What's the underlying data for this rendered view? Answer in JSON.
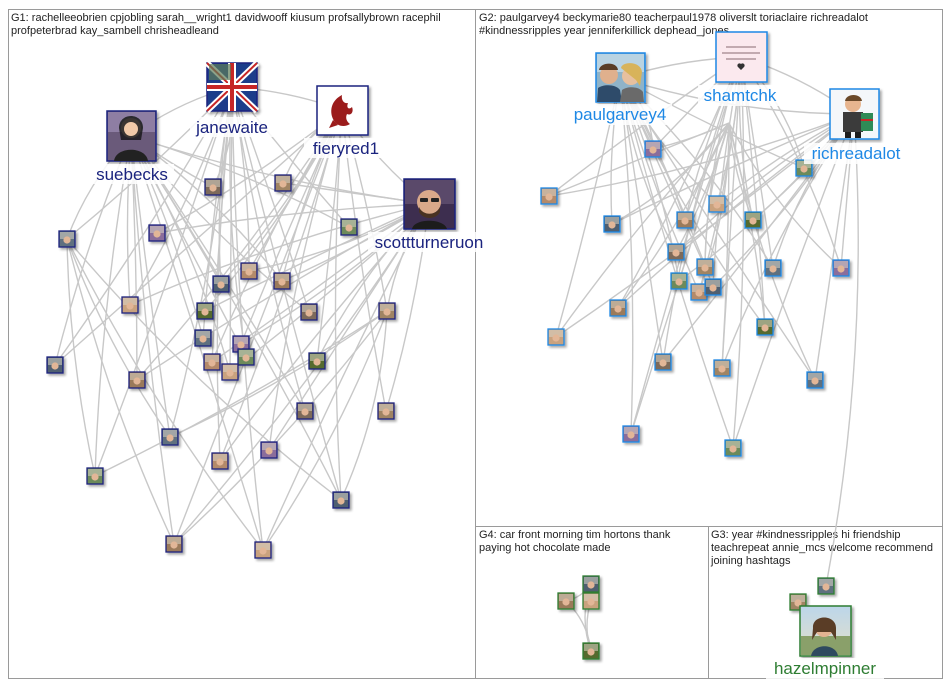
{
  "groups": [
    {
      "id": "G1",
      "header": "G1: rachelleeobrien cpjobling sarah__wright1 davidwooff kiusum profsallybrown racephil profpeterbrad kay_sambell chrisheadleand",
      "color": "#1a237e"
    },
    {
      "id": "G2",
      "header": "G2: paulgarvey4 beckymarie80 teacherpaul1978 oliverslt toriaclaire richreadalot #kindnessripples year jenniferkillick dephead_jones",
      "color": "#1e88e5"
    },
    {
      "id": "G4",
      "header": "G4: car front morning tim hortons thank paying hot chocolate made",
      "color": "#2e7d32"
    },
    {
      "id": "G3",
      "header": "G3: year #kindnessripples hi friendship teachrepeat annie_mcs welcome recommend joining hashtags",
      "color": "#2e7d32"
    }
  ],
  "labels": {
    "janewaite": "janewaite",
    "fieryred1": "fieryred1",
    "suebecks": "suebecks",
    "scottturneruon": "scottturneruon",
    "paulgarvey4": "paulgarvey4",
    "shamtchk": "shamtchk",
    "richreadalot": "richreadalot",
    "hazelmpinner": "hazelmpinner"
  },
  "colors": {
    "edge": "#c8c8c8",
    "g1_label": "#1a237e",
    "g2_label": "#1e88e5",
    "g3_label": "#2e7d32",
    "fieryred_logo": "#9b1c1c"
  }
}
